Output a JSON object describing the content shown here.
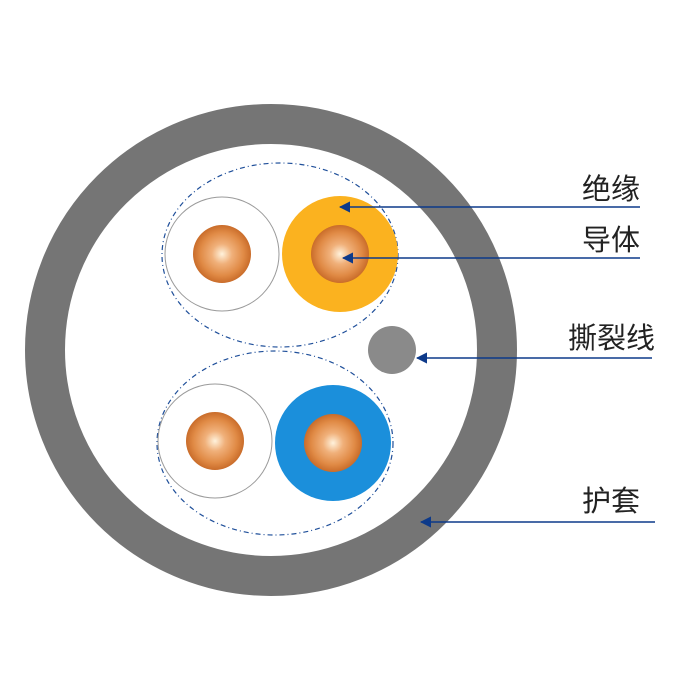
{
  "labels": {
    "insulation": "绝缘",
    "conductor": "导体",
    "ripcord": "撕裂线",
    "jacket": "护套"
  },
  "colors": {
    "jacket": "#757575",
    "insulation_white": "#ffffff",
    "insulation_orange": "#fbb21f",
    "insulation_blue": "#1b8fdb",
    "copper": "#e08a45",
    "ripcord": "#8a8a8a",
    "leader_line": "#0d3a8a",
    "pair_outline": "#1f4f9a"
  }
}
